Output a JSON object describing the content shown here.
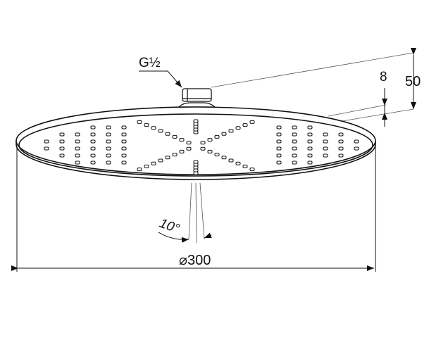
{
  "drawing": {
    "thread_label": "G½",
    "rim_height_label": "8",
    "total_height_label": "50",
    "angle_label": "10°",
    "diameter_symbol": "⌀",
    "diameter_label": "300"
  },
  "colors": {
    "line": "#111111",
    "thin": "#555555"
  }
}
